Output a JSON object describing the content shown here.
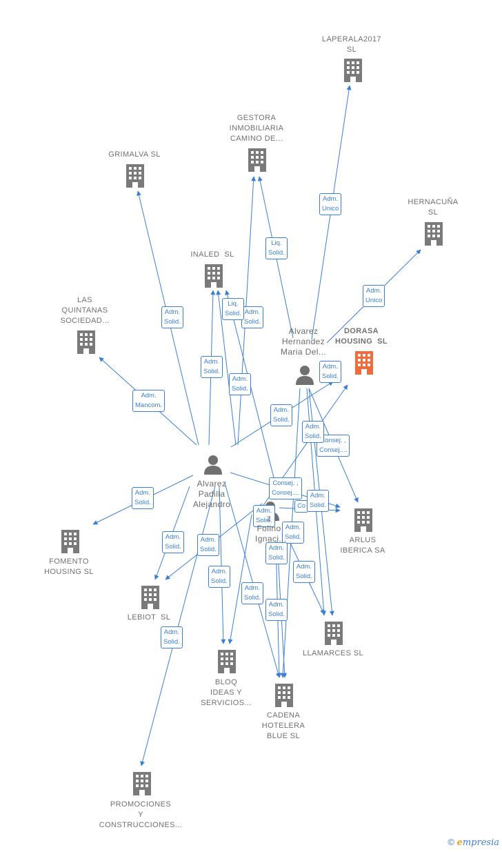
{
  "colors": {
    "edge": "#3a7fd5",
    "building": "#7a7a7a",
    "building_highlight": "#f26b3a",
    "person": "#707070"
  },
  "nodes": [
    {
      "id": "laperala",
      "type": "company",
      "label": "LAPERALA2017\nSL"
    },
    {
      "id": "gestora",
      "type": "company",
      "label": "GESTORA\nINMOBILIARIA\nCAMINO DE..."
    },
    {
      "id": "grimalva",
      "type": "company",
      "label": "GRIMALVA SL"
    },
    {
      "id": "hernacuna",
      "type": "company",
      "label": "HERNACUÑA\nSL"
    },
    {
      "id": "inaled",
      "type": "company",
      "label": "INALED  SL"
    },
    {
      "id": "quintanas",
      "type": "company",
      "label": "LAS\nQUINTANAS\nSOCIEDAD..."
    },
    {
      "id": "dorasa",
      "type": "company",
      "label": "DORASA\nHOUSING  SL",
      "highlight": true
    },
    {
      "id": "amh",
      "type": "person",
      "label": "Alvarez\nHernandez\nMaria Del..."
    },
    {
      "id": "apa",
      "type": "person",
      "label": "Alvarez\nPadilla\nAlejandro"
    },
    {
      "id": "third",
      "type": "person",
      "label": "z\nFolino\nIgnaci..."
    },
    {
      "id": "arlus",
      "type": "company",
      "label": "ARLUS\nIBERICA SA"
    },
    {
      "id": "fomento",
      "type": "company",
      "label": "FOMENTO\nHOUSING SL"
    },
    {
      "id": "lebiot",
      "type": "company",
      "label": "LEBIOT  SL"
    },
    {
      "id": "llamarces",
      "type": "company",
      "label": "LLAMARCES SL"
    },
    {
      "id": "bloq",
      "type": "company",
      "label": "BLOQ\nIDEAS Y\nSERVICIOS..."
    },
    {
      "id": "cadena",
      "type": "company",
      "label": "CADENA\nHOTELERA\nBLUE SL"
    },
    {
      "id": "promociones",
      "type": "company",
      "label": "PROMOCIONES\nY\nCONSTRUCCIONES..."
    }
  ],
  "edges": [
    {
      "label": "Adm.\nUnico"
    },
    {
      "label": "Liq.\nSolid."
    },
    {
      "label": "Adm.\nUnico"
    },
    {
      "label": "Adm.\nSolid."
    },
    {
      "label": "Liq.\nSolid."
    },
    {
      "label": "Adm.\nSolid."
    },
    {
      "label": "Adm.\nMancom."
    },
    {
      "label": "Adm.\nSolid."
    },
    {
      "label": "Adm.\nSolid."
    },
    {
      "label": "Adm.\nSolid."
    },
    {
      "label": "Adm.\nSolid."
    },
    {
      "label": "Consej. ,\nConsej...."
    },
    {
      "label": "Adm.\nSolid."
    },
    {
      "label": "Consej. ,\nConsej...."
    },
    {
      "label": "Co"
    },
    {
      "label": "Adm.\nSolid."
    },
    {
      "label": "Adm.\nSolid."
    },
    {
      "label": "Adm.\nSolid."
    },
    {
      "label": "Adm.\nSolid."
    },
    {
      "label": "Adm.\nSolid."
    },
    {
      "label": "Adm.\nSolid."
    },
    {
      "label": "Adm.\nSolid."
    },
    {
      "label": "Adm.\nSolid."
    },
    {
      "label": "Adm.\nSolid."
    },
    {
      "label": "Adm.\nSolid."
    },
    {
      "label": "Adm.\nSolid."
    },
    {
      "label": "Adm.\nSolid."
    }
  ],
  "footer": {
    "copyright": "©",
    "brand_e": "e",
    "brand_rest": "mpresia"
  }
}
